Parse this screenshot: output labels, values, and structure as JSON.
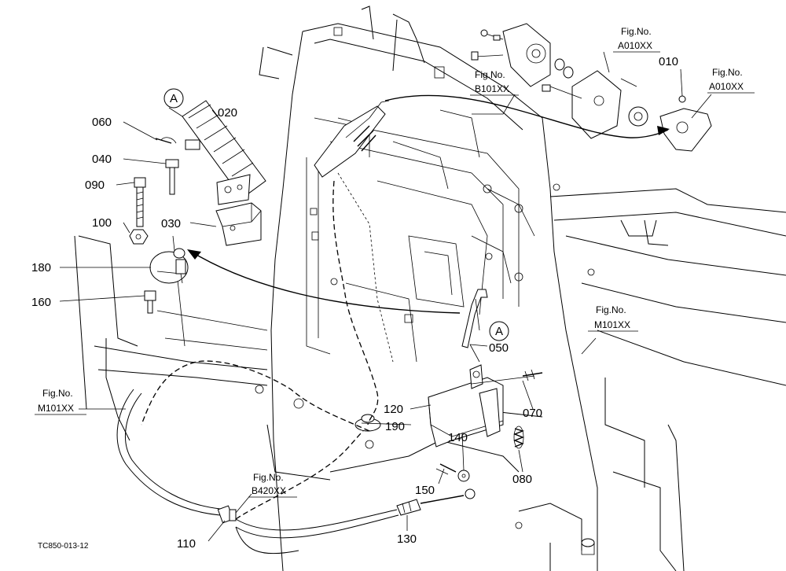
{
  "diagram": {
    "drawing_code": "TC850-013-12",
    "callout_letter": "A",
    "parts": [
      {
        "id": "p010",
        "number": "010"
      },
      {
        "id": "p020",
        "number": "020"
      },
      {
        "id": "p030",
        "number": "030"
      },
      {
        "id": "p040",
        "number": "040"
      },
      {
        "id": "p050",
        "number": "050"
      },
      {
        "id": "p060",
        "number": "060"
      },
      {
        "id": "p070",
        "number": "070"
      },
      {
        "id": "p080",
        "number": "080"
      },
      {
        "id": "p090",
        "number": "090"
      },
      {
        "id": "p100",
        "number": "100"
      },
      {
        "id": "p110",
        "number": "110"
      },
      {
        "id": "p120",
        "number": "120"
      },
      {
        "id": "p130",
        "number": "130"
      },
      {
        "id": "p140",
        "number": "140"
      },
      {
        "id": "p150",
        "number": "150"
      },
      {
        "id": "p160",
        "number": "160"
      },
      {
        "id": "p180",
        "number": "180"
      },
      {
        "id": "p190",
        "number": "190"
      }
    ],
    "figure_refs": [
      {
        "id": "ref-a010-1",
        "label": "Fig.No.",
        "code": "A010XX"
      },
      {
        "id": "ref-a010-2",
        "label": "Fig.No.",
        "code": "A010XX"
      },
      {
        "id": "ref-b101",
        "label": "Fig.No.",
        "code": "B101XX"
      },
      {
        "id": "ref-m101-right",
        "label": "Fig.No.",
        "code": "M101XX"
      },
      {
        "id": "ref-m101-left",
        "label": "Fig.No.",
        "code": "M101XX"
      },
      {
        "id": "ref-b420",
        "label": "Fig.No.",
        "code": "B420XX"
      }
    ]
  }
}
